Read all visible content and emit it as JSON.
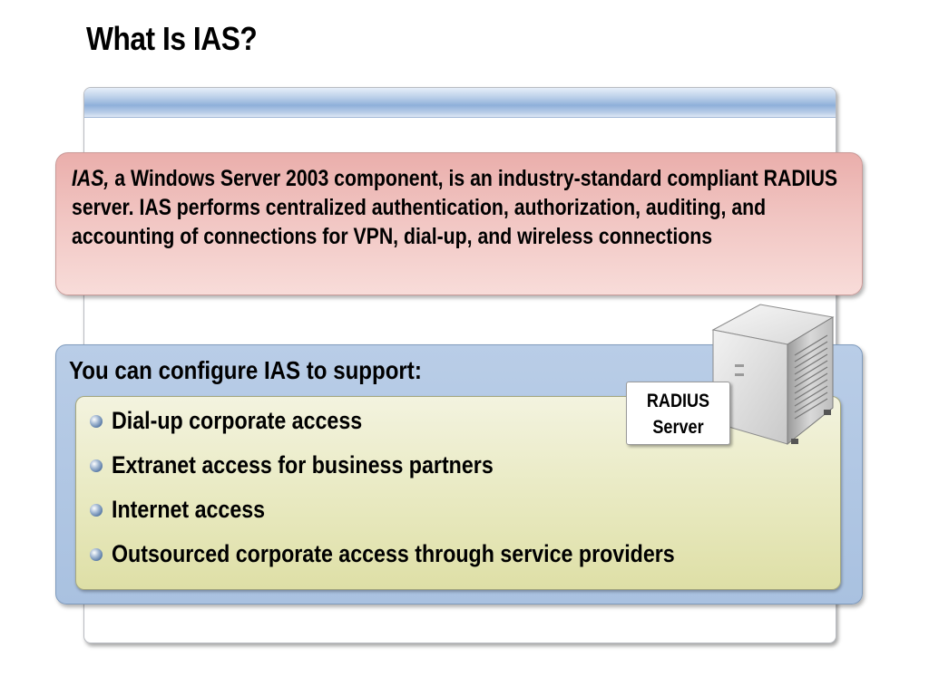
{
  "slide": {
    "title": "What Is IAS?"
  },
  "definition": {
    "term": "IAS,",
    "text": " a Windows Server 2003 component, is an industry-standard compliant RADIUS server. IAS performs centralized authentication, authorization, auditing, and accounting of connections for VPN, dial-up, and wireless connections"
  },
  "support": {
    "heading": "You can configure IAS to support:",
    "items": [
      {
        "label": "Dial-up corporate access"
      },
      {
        "label": "Extranet access for business partners"
      },
      {
        "label": "Internet access"
      },
      {
        "label": "Outsourced corporate access through service providers"
      }
    ]
  },
  "server_callout": {
    "line1": "RADIUS",
    "line2": "Server"
  },
  "colors": {
    "definition_box": "#f1c5c2",
    "support_box": "#b9cde7",
    "list_box": "#e7e8bd",
    "header_band": "#8fb0da"
  },
  "icons": {
    "server": "server-icon",
    "bullet": "bullet-icon"
  }
}
